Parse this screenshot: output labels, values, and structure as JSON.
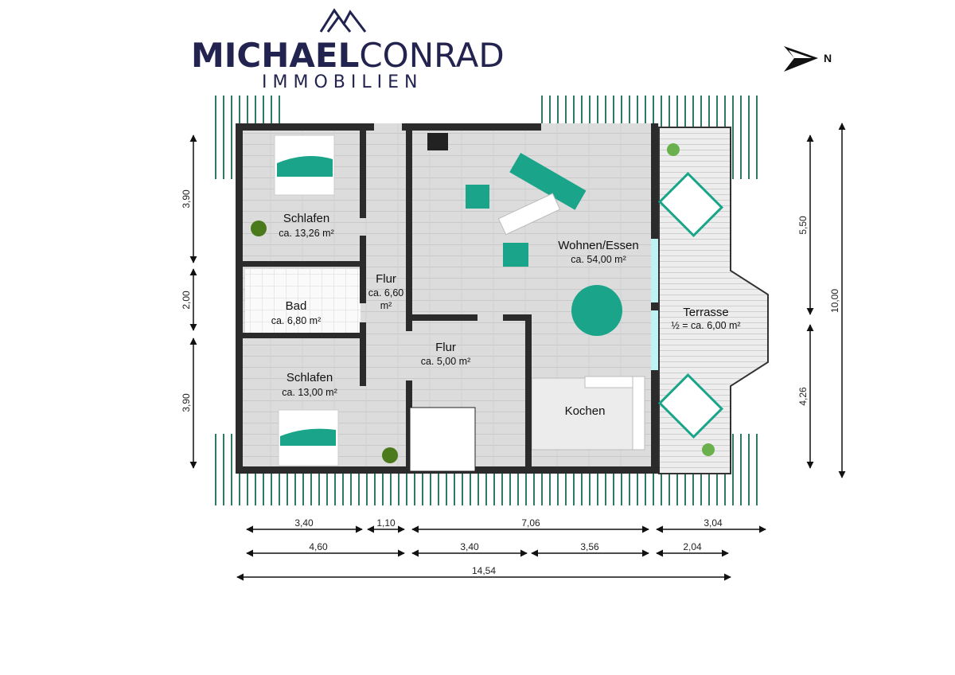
{
  "logo": {
    "name_bold": "MICHAEL",
    "name_light": "CONRAD",
    "subtitle": "IMMOBILIEN"
  },
  "compass": {
    "label": "N"
  },
  "rooms": [
    {
      "name": "Schlafen",
      "area": "ca. 13,26 m²"
    },
    {
      "name": "Bad",
      "area": "ca. 6,80 m²"
    },
    {
      "name": "Flur",
      "area": "ca. 6,60",
      "area2": "m²"
    },
    {
      "name": "Flur",
      "area": "ca. 5,00 m²"
    },
    {
      "name": "Schlafen",
      "area": "ca. 13,00 m²"
    },
    {
      "name": "Wohnen/Essen",
      "area": "ca. 54,00 m²"
    },
    {
      "name": "Kochen"
    },
    {
      "name": "Terrasse",
      "area": "½ = ca. 6,00 m²"
    }
  ],
  "dimensions": {
    "bottom_row1": [
      "3,40",
      "1,10",
      "7,06",
      "3,04"
    ],
    "bottom_row2": [
      "4,60",
      "3,40",
      "3,56",
      "2,04"
    ],
    "bottom_total": "14,54",
    "left": [
      "3,90",
      "2,00",
      "3,90"
    ],
    "right": [
      "5,50",
      "4,26"
    ],
    "right_total": "10,00"
  },
  "colors": {
    "accent": "#1aa58a",
    "wall": "#2b2b2b",
    "logo": "#232350",
    "roof": "#2e7a66"
  }
}
